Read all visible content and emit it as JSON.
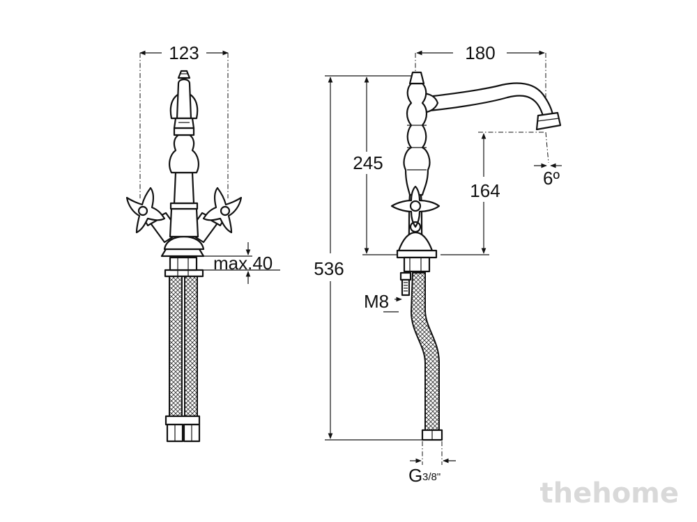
{
  "dimensions": {
    "front_width": "123",
    "side_width": "180",
    "body_height": "245",
    "total_height": "536",
    "spout_height": "164",
    "spout_angle": "6º",
    "max_deck": "max.40",
    "thread_rod": "M8",
    "connection_base": "G",
    "connection_fraction": "3/8\""
  },
  "watermark": "thehome",
  "colors": {
    "line": "#111111",
    "watermark": "#d9d9d9",
    "background": "#ffffff"
  }
}
